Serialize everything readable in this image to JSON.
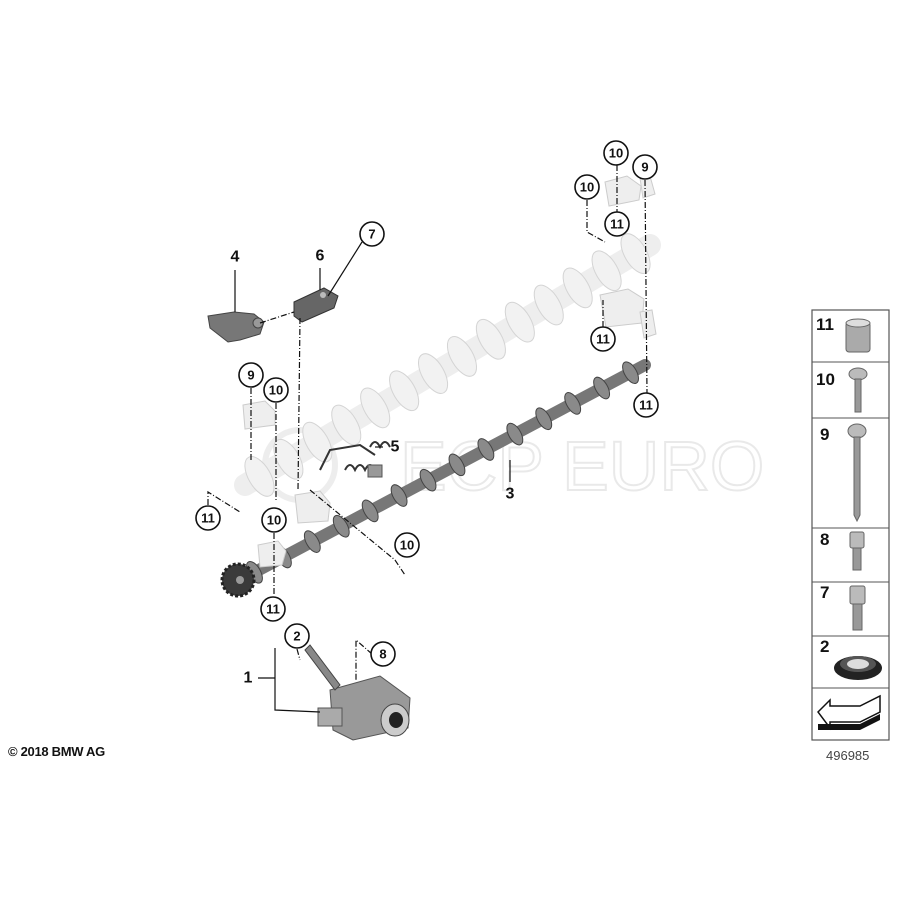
{
  "diagram": {
    "callouts": {
      "c10a": "10",
      "c9a": "9",
      "c10b": "10",
      "c11a": "11",
      "c7": "7",
      "c11b": "11",
      "c9b": "9",
      "c10c": "10",
      "c11c": "11",
      "c11d": "11",
      "c10d": "10",
      "c10e": "10",
      "c11e": "11",
      "c2": "2",
      "c8": "8"
    },
    "labels": {
      "l4": "4",
      "l6": "6",
      "l5": "5",
      "l3": "3",
      "l1": "1"
    },
    "watermark": "ECP EURO"
  },
  "legend": {
    "items": [
      {
        "num": "11",
        "icon": "sleeve"
      },
      {
        "num": "10",
        "icon": "short-bolt"
      },
      {
        "num": "9",
        "icon": "long-bolt"
      },
      {
        "num": "8",
        "icon": "socket-bolt"
      },
      {
        "num": "7",
        "icon": "socket-bolt"
      },
      {
        "num": "2",
        "icon": "seal-ring"
      }
    ]
  },
  "footer": {
    "copyright": "© 2018 BMW AG",
    "diagram_number": "496985"
  }
}
